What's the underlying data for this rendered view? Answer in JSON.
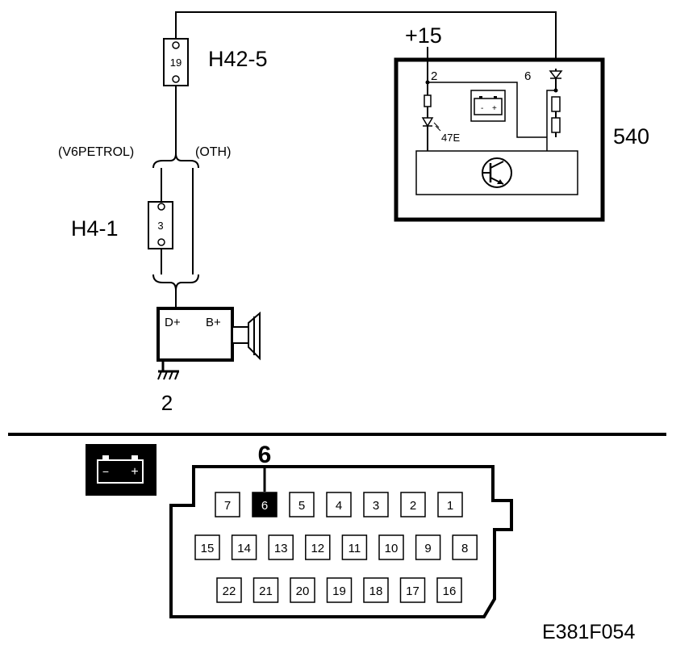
{
  "labels": {
    "fuse_main": "H42-5",
    "fuse_main_num": "19",
    "fuse_sec": "H4-1",
    "fuse_sec_num": "3",
    "variant_left": "(V6PETROL)",
    "variant_right": "(OTH)",
    "supply": "+15",
    "module_id": "540",
    "module_pin_a": "2",
    "module_pin_b": "6",
    "resistor": "47E",
    "alt_pin_d": "D+",
    "alt_pin_b": "B+",
    "alt_id": "2",
    "focus_pin": "6",
    "figure_code": "E381F054"
  },
  "battery_icon": {
    "minus": "−",
    "plus": "+"
  },
  "connector": {
    "highlight": "6",
    "rows": [
      [
        "7",
        "6",
        "5",
        "4",
        "3",
        "2",
        "1"
      ],
      [
        "15",
        "14",
        "13",
        "12",
        "11",
        "10",
        "9",
        "8"
      ],
      [
        "22",
        "21",
        "20",
        "19",
        "18",
        "17",
        "16"
      ]
    ]
  },
  "colors": {
    "line": "#000000",
    "background": "#ffffff",
    "highlight": "#000000"
  }
}
